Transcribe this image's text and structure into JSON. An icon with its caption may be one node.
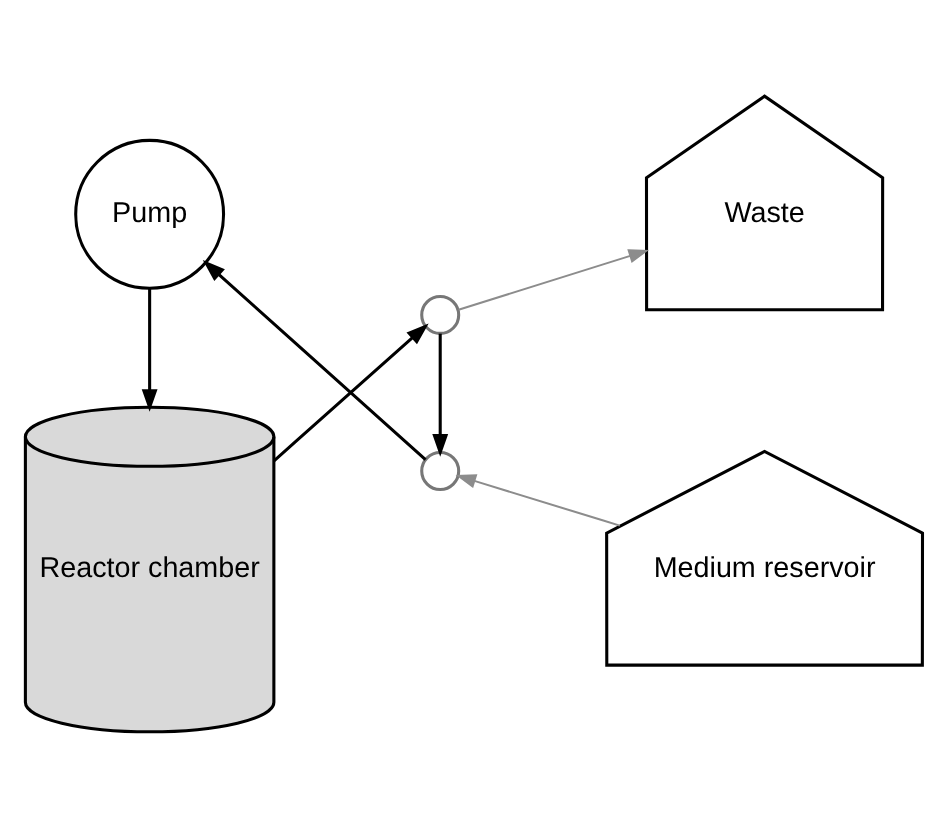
{
  "diagram": {
    "nodes": [
      {
        "text": [
          "Reactor chamber"
        ]
      },
      {
        "text": [
          "Pump"
        ]
      },
      {
        "text": [],
        "shape": "valve"
      },
      {
        "text": [],
        "shape": "valve"
      },
      {
        "text": [
          "Waste"
        ]
      },
      {
        "text": [
          "Medium reservoir"
        ]
      }
    ],
    "edges": [
      {
        "from": 0,
        "to": 2,
        "arrow": "to"
      },
      {
        "from": 2,
        "to": 4,
        "arrow": "to",
        "color": "#8c8c8c"
      },
      {
        "from": 2,
        "to": 3,
        "arrow": "to"
      },
      {
        "from": 5,
        "to": 3,
        "arrow": "to",
        "color": "#8c8c8c"
      },
      {
        "from": 3,
        "to": 1,
        "arrow": "to"
      },
      {
        "from": 1,
        "to": 0,
        "arrow": "to"
      }
    ]
  }
}
